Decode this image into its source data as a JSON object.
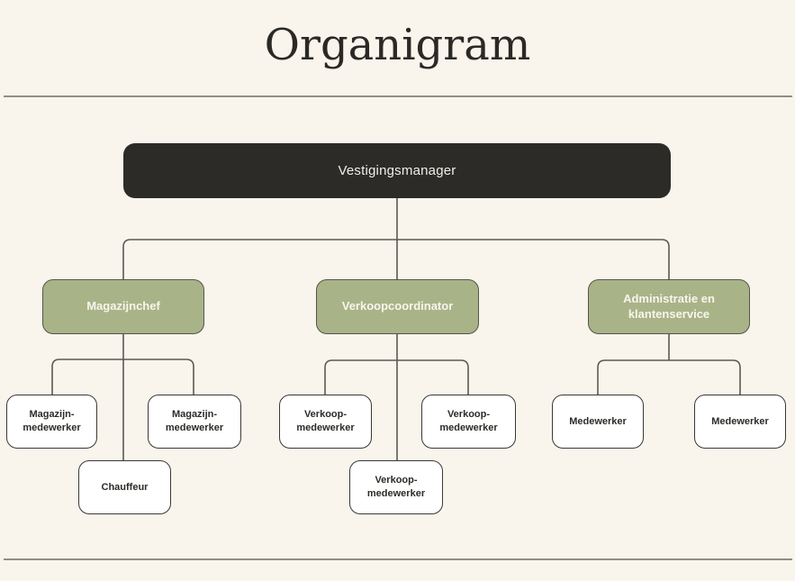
{
  "page": {
    "title": "Organigram"
  },
  "colors": {
    "background": "#f9f5ec",
    "rule": "#908e87",
    "connector": "#5b5952",
    "root_fill": "#2d2b28",
    "root_text": "#f1efe9",
    "branch_fill": "#a9b388",
    "branch_border": "#55544a",
    "branch_text": "#f8f5ec",
    "leaf_fill": "#ffffff",
    "leaf_border": "#3a3833",
    "leaf_text": "#2d2b27",
    "title_text": "#2b2926"
  },
  "org": {
    "root": {
      "label": "Vestigingsmanager"
    },
    "branches": [
      {
        "label": "Magazijnchef",
        "children": [
          {
            "label": "Magazijn-medewerker"
          },
          {
            "label": "Magazijn-medewerker"
          },
          {
            "label": "Chauffeur"
          }
        ]
      },
      {
        "label": "Verkoopcoordinator",
        "children": [
          {
            "label": "Verkoop-medewerker"
          },
          {
            "label": "Verkoop-medewerker"
          },
          {
            "label": "Verkoop-medewerker"
          }
        ]
      },
      {
        "label": "Administratie en klantenservice",
        "children": [
          {
            "label": "Medewerker"
          },
          {
            "label": "Medewerker"
          }
        ]
      }
    ]
  }
}
